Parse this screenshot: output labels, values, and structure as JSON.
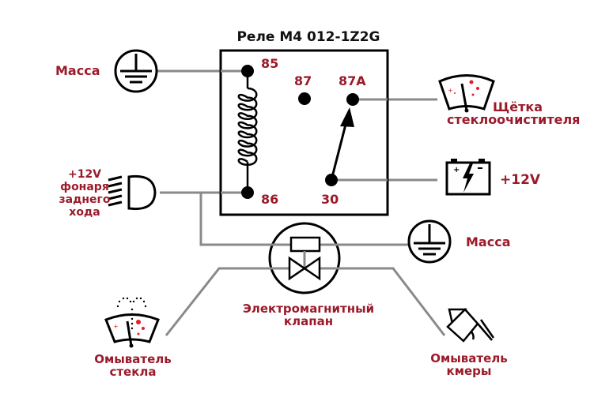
{
  "title": "Реле М4 012-1Z2G",
  "colors": {
    "label": "#9b1a2a",
    "wire": "#8a8a8a",
    "outline": "#000000",
    "accent_red": "#e0202a"
  },
  "relay": {
    "pins": {
      "p85": "85",
      "p86": "86",
      "p87": "87",
      "p87a": "87A",
      "p30": "30"
    }
  },
  "labels": {
    "ground_top": "Масса",
    "ground_right": "Масса",
    "wiper": [
      "Щётка",
      "стеклоочистителя"
    ],
    "battery": "+12V",
    "reverse_light": [
      "+12V",
      "фонаря",
      "заднего",
      "хода"
    ],
    "solenoid_valve": [
      "Электромагнитный",
      "клапан"
    ],
    "glass_washer": [
      "Омыватель",
      "стекла"
    ],
    "camera_washer": [
      "Омыватель",
      "кмеры"
    ]
  },
  "icons": {
    "ground_top": "ground-icon",
    "ground_right": "ground-icon",
    "wiper": "windshield-wiper-icon",
    "battery": "battery-icon",
    "reverse_light": "headlight-icon",
    "valve": "solenoid-valve-icon",
    "glass_washer": "windshield-washer-icon",
    "camera_washer": "camera-washer-nozzle-icon"
  }
}
